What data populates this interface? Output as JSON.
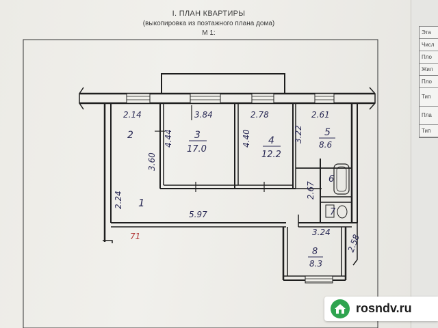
{
  "header": {
    "title": "I. ПЛАН КВАРТИРЫ",
    "subtitle": "(выкопировка из поэтажного плана дома)",
    "scale": "М 1:"
  },
  "dimensions": {
    "d1": "2.14",
    "d2": "3.84",
    "d3": "2.78",
    "d4": "2.61",
    "d5": "3.60",
    "d6": "4.44",
    "d7": "4.40",
    "d8": "3.22",
    "d9": "2.24",
    "d10": "5.97",
    "d11": "2.67",
    "d12": "3.24",
    "d13": "2.58"
  },
  "rooms": {
    "r1": {
      "num": "1"
    },
    "r2": {
      "num": "2"
    },
    "r3": {
      "num": "3",
      "area": "17.0"
    },
    "r4": {
      "num": "4",
      "area": "12.2"
    },
    "r5": {
      "num": "5",
      "area": "8.6"
    },
    "r6": {
      "num": "6"
    },
    "r7": {
      "num": "7"
    },
    "r8": {
      "num": "8",
      "area": "8.3"
    }
  },
  "mark": "71",
  "side_table": {
    "rows": [
      "Эта",
      "Числ",
      "Пло",
      "Жил",
      "Пло",
      "Тип",
      "Пла",
      "Тип"
    ]
  },
  "watermark": {
    "text": "rosndv.ru",
    "logo_icon": "house-in-green-circle-icon"
  },
  "colors": {
    "paper": "#eeede8",
    "lines": "#1e1e1e",
    "handwriting": "#2a2a55",
    "mark_red": "#b23a3a",
    "logo_green": "#2ea44f"
  }
}
